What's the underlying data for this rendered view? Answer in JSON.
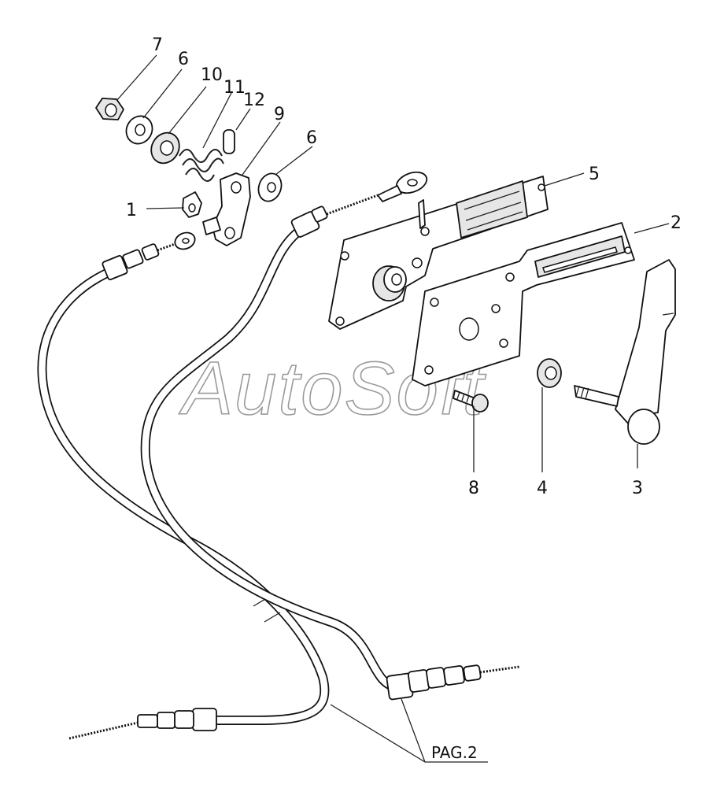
{
  "callouts": {
    "c1": "1",
    "c2": "2",
    "c3": "3",
    "c4": "4",
    "c5": "5",
    "c6a": "6",
    "c6b": "6",
    "c7": "7",
    "c8": "8",
    "c9": "9",
    "c10": "10",
    "c11": "11",
    "c12": "12"
  },
  "page_ref": "PAG.2",
  "watermark": "AutoSoft"
}
